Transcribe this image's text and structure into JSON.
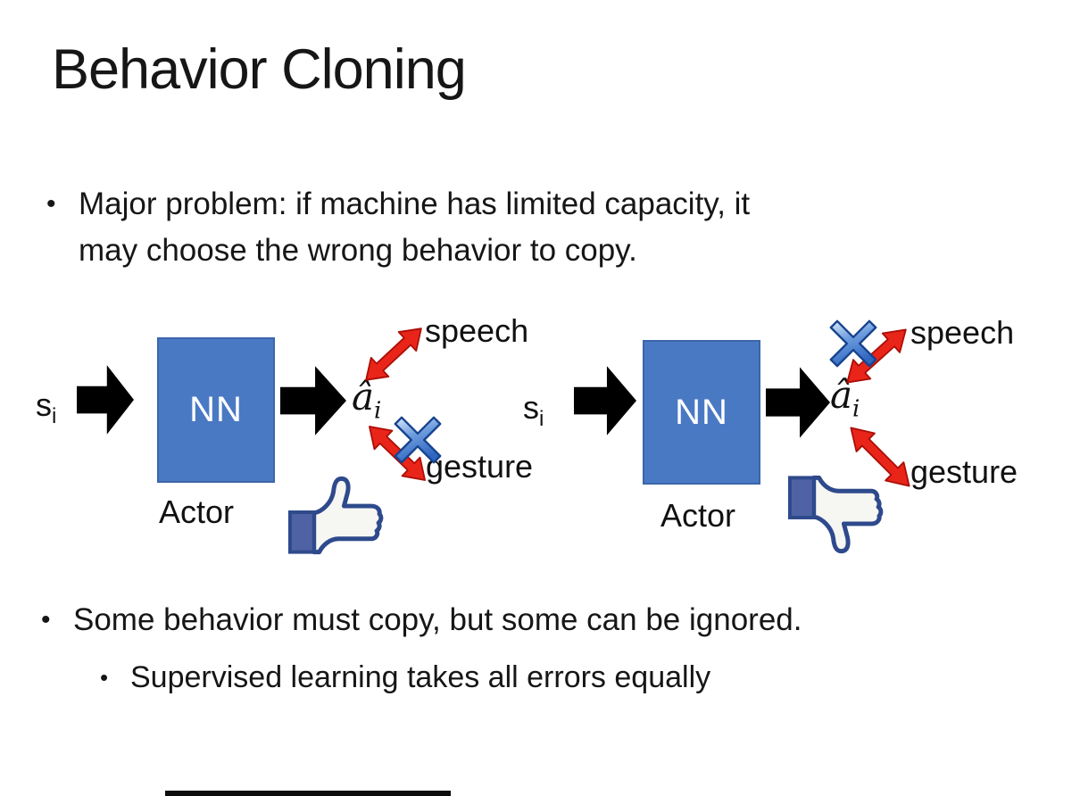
{
  "slide": {
    "title": "Behavior Cloning",
    "bullet_char": "•",
    "bullet1_line1": "Major problem: if machine has limited capacity, it",
    "bullet1_line2": "may choose the wrong behavior to copy.",
    "bullet2": "Some behavior must copy, but some can be ignored.",
    "bullet2_sub": "Supervised learning takes all errors equally"
  },
  "diagrams": {
    "shared": {
      "input_label": "s",
      "input_subscript": "i",
      "nn_label": "NN",
      "actor_label": "Actor",
      "output_label": "â",
      "output_subscript": "i",
      "speech_label": "speech",
      "gesture_label": "gesture"
    },
    "left": {
      "crossed_out": "gesture",
      "feedback_icon": "thumbs-up"
    },
    "right": {
      "crossed_out": "speech",
      "feedback_icon": "thumbs-down"
    }
  },
  "colors": {
    "nn_box_fill": "#4a79c4",
    "nn_box_border": "#3b66aa",
    "block_arrow_black": "#000000",
    "relation_arrow_red": "#e9251a",
    "cross_blue": "#3a6fc8",
    "thumb_outline_navy": "#2e4a8c",
    "thumb_cuff_fill": "#4f63a4",
    "text_color": "#161616"
  }
}
